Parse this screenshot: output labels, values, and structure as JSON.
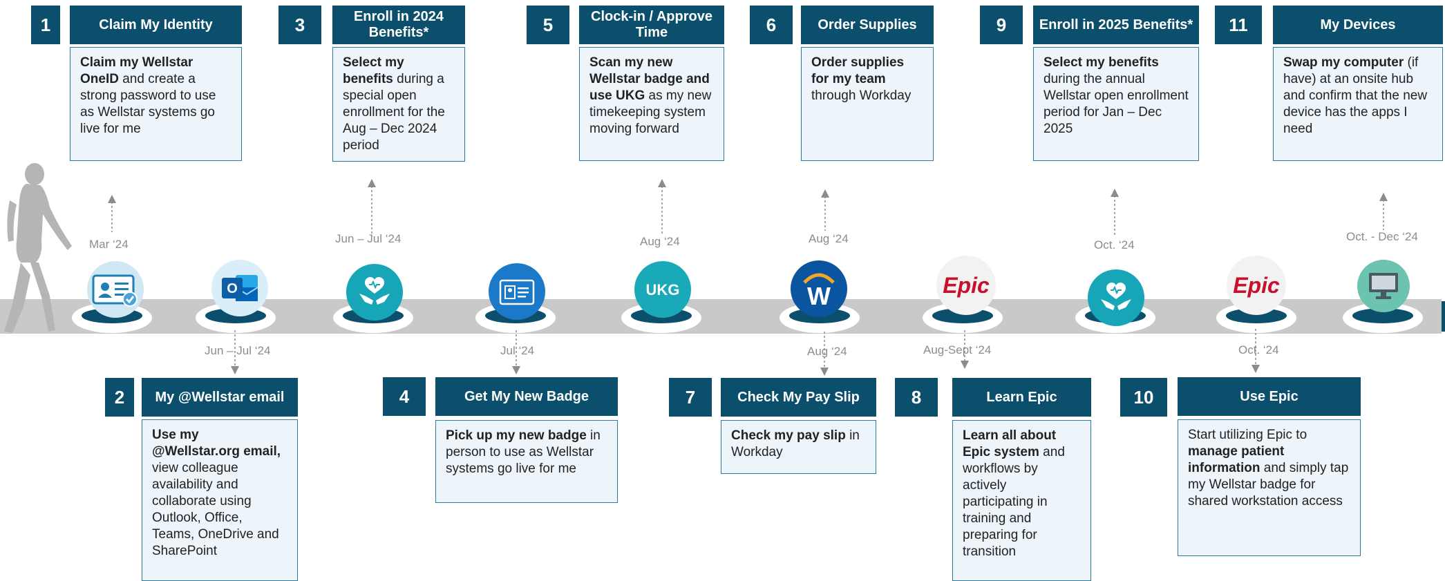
{
  "steps": [
    {
      "num": "1",
      "title": "Claim My Identity",
      "body_bold": "Claim my Wellstar OneID",
      "body_rest": " and create a strong password to use as Wellstar systems go live for me",
      "date": "Mar ‘24"
    },
    {
      "num": "2",
      "title": "My @Wellstar email",
      "body_bold": "Use my @Wellstar.org email,",
      "body_rest": " view colleague availability and collaborate using Outlook, Office, Teams, OneDrive and SharePoint",
      "date": "Jun – Jul ‘24"
    },
    {
      "num": "3",
      "title": "Enroll in 2024 Benefits*",
      "body_bold": "Select my benefits",
      "body_rest": " during a special open enrollment for the Aug – Dec 2024 period",
      "date": "Jun – Jul ‘24"
    },
    {
      "num": "4",
      "title": "Get My New Badge",
      "body_bold": "Pick up my new badge",
      "body_rest": " in person to use as Wellstar systems go live for me",
      "date": "Jul ‘24"
    },
    {
      "num": "5",
      "title": "Clock-in / Approve Time",
      "body_bold": "Scan my new Wellstar badge and use UKG",
      "body_rest": " as my new timekeeping system moving forward",
      "date": "Aug ‘24"
    },
    {
      "num": "6",
      "title": "Order Supplies",
      "body_bold": "Order supplies for my team",
      "body_rest": " through Workday",
      "date": "Aug ‘24"
    },
    {
      "num": "7",
      "title": "Check My Pay Slip",
      "body_bold": "Check my pay slip",
      "body_rest": " in Workday",
      "date": "Aug ‘24"
    },
    {
      "num": "8",
      "title": "Learn Epic",
      "body_bold": "Learn all about Epic system",
      "body_rest": " and workflows by actively participating in training and preparing for transition",
      "date": "Aug-Sept ‘24"
    },
    {
      "num": "9",
      "title": "Enroll in 2025 Benefits*",
      "body_bold": "Select my benefits",
      "body_rest": " during the annual Wellstar open enrollment period for Jan – Dec 2025",
      "date": "Oct. ‘24"
    },
    {
      "num": "10",
      "title": "Use Epic",
      "body_pre": "Start utilizing Epic to ",
      "body_bold": "manage patient information",
      "body_rest": " and simply tap my Wellstar badge for shared workstation access",
      "date": "Oct. ‘24"
    },
    {
      "num": "11",
      "title": "My Devices",
      "body_bold": "Swap my computer",
      "body_rest": " (if have) at an onsite hub and confirm that the new device has the apps I need",
      "date": "Oct. - Dec ‘24"
    }
  ],
  "icons": [
    {
      "name": "id-card-icon"
    },
    {
      "name": "outlook-icon",
      "letter": "O"
    },
    {
      "name": "heart-hands-icon"
    },
    {
      "name": "badge-icon"
    },
    {
      "name": "ukg-logo",
      "text": "UKG"
    },
    {
      "name": "workday-logo",
      "letter": "W"
    },
    {
      "name": "epic-logo",
      "text": "Epic"
    },
    {
      "name": "heart-hands-icon"
    },
    {
      "name": "epic-logo",
      "text": "Epic"
    },
    {
      "name": "computer-icon"
    }
  ],
  "colors": {
    "primary": "#0b4f6c",
    "box_bg": "#edf4fa",
    "box_border": "#2c7aa3",
    "road": "#c9c9c9",
    "date": "#8c8c8c",
    "epic_red": "#c8102e"
  }
}
